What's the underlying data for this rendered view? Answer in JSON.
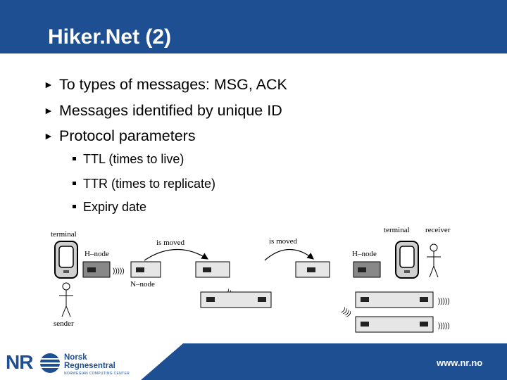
{
  "slide": {
    "title": "Hiker.Net (2)",
    "bullets": [
      {
        "marker": "►",
        "text": "To types of messages: MSG, ACK"
      },
      {
        "marker": "►",
        "text": "Messages identified by unique ID"
      },
      {
        "marker": "►",
        "text": "Protocol parameters"
      }
    ],
    "sub_bullets": [
      {
        "text": "TTL (times to live)"
      },
      {
        "text": "TTR (times to replicate)"
      },
      {
        "text": "Expiry date"
      }
    ]
  },
  "diagram": {
    "labels": {
      "terminal_left": "terminal",
      "terminal_right": "terminal",
      "receiver": "receiver",
      "sender": "sender",
      "h_node_left": "H–node",
      "h_node_right": "H–node",
      "n_node": "N–node",
      "is_moved_1": "is moved",
      "is_moved_2": "is moved"
    }
  },
  "footer": {
    "logo_letters": "NR",
    "logo_name_1": "Norsk",
    "logo_name_2": "Regnesentral",
    "logo_tagline": "NORWEGIAN COMPUTING CENTER",
    "url": "www.nr.no"
  },
  "colors": {
    "header_blue": "#1e4f93",
    "text_black": "#000000"
  }
}
